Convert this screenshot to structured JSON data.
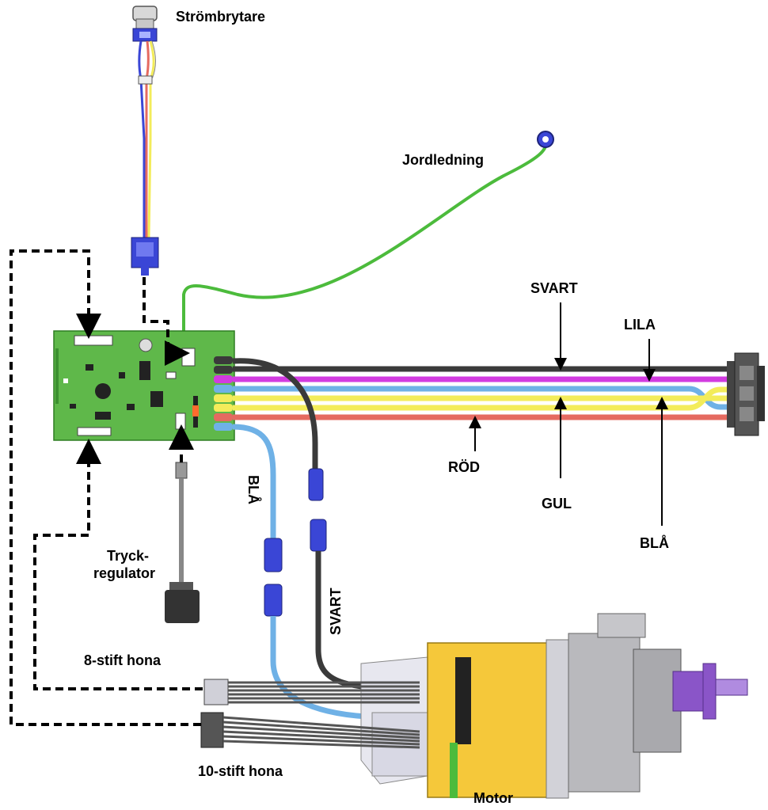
{
  "labels": {
    "switch": "Strömbrytare",
    "ground_wire": "Jordledning",
    "svart_top": "SVART",
    "lila": "LILA",
    "rod": "RÖD",
    "gul": "GUL",
    "bla_right": "BLÅ",
    "bla_vertical": "BLÅ",
    "svart_vertical": "SVART",
    "pressure_regulator_line1": "Tryck-",
    "pressure_regulator_line2": "regulator",
    "pin8": "8-stift hona",
    "pin10": "10-stift hona",
    "motor": "Motor"
  },
  "colors": {
    "black_wire": "#3a3a3a",
    "purple_wire": "#d23be0",
    "blue_wire": "#6fb1e6",
    "yellow_wire": "#f3ec5a",
    "red_wire": "#e56a60",
    "green_wire": "#4cbb3c",
    "board": "#5fb84a",
    "connector_blue": "#3a46d6",
    "motor_yellow": "#f5c83a",
    "motor_grey": "#b9b9bd",
    "shaft_purple": "#8a55c8"
  }
}
